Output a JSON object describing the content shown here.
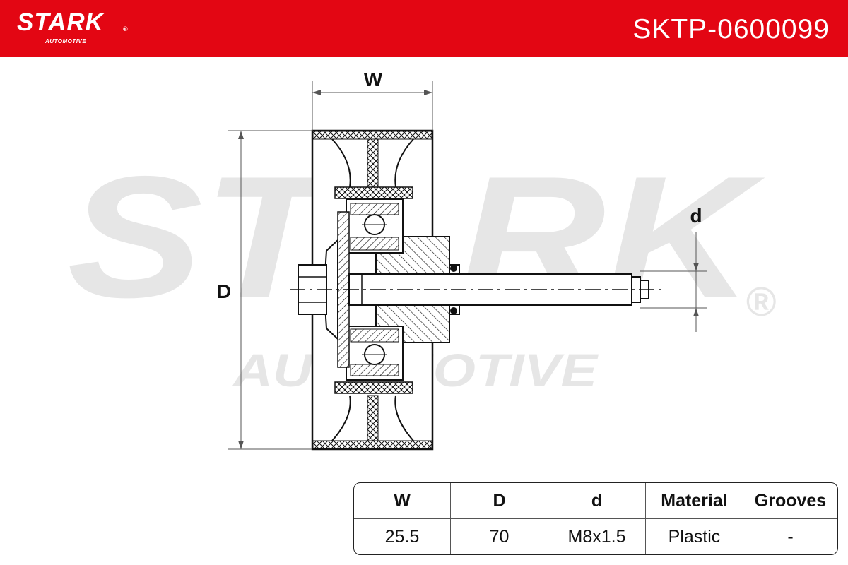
{
  "header": {
    "brand": "STARK",
    "brand_sub": "AUTOMOTIVE",
    "registered_mark": "®",
    "part_number": "SKTP-0600099",
    "color": "#e30613"
  },
  "watermark": {
    "word": "STARK",
    "sub": "AUTOMOTIVE",
    "registered_mark": "®"
  },
  "drawing": {
    "dimension_labels": {
      "width": "W",
      "outer_diameter": "D",
      "bolt_diameter": "d"
    }
  },
  "specs": {
    "headers": [
      "W",
      "D",
      "d",
      "Material",
      "Grooves"
    ],
    "values": [
      "25.5",
      "70",
      "M8x1.5",
      "Plastic",
      "-"
    ]
  }
}
